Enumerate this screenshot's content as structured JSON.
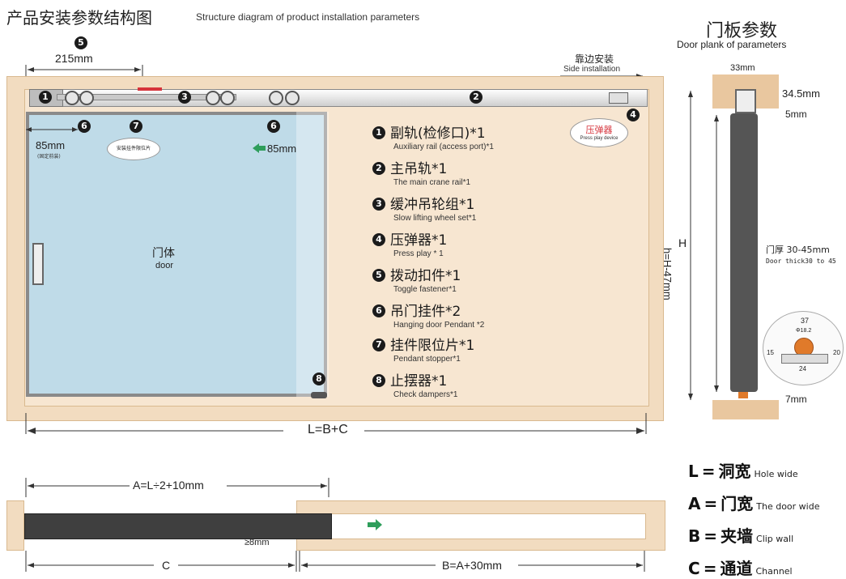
{
  "header": {
    "title_cn": "产品安装参数结构图",
    "title_en": "Structure diagram of product installation parameters"
  },
  "main_diagram": {
    "dim_215": "215mm",
    "side_install_cn": "靠边安装",
    "side_install_en": "Side installation",
    "dim_85_left": "85mm",
    "dim_85_left_note": "(固定前装)",
    "dim_85_right": "85mm",
    "pendant_stopper_label": "安装挂件限位片",
    "press_play_cn": "压弹器",
    "press_play_en": "Press play device",
    "door_cn": "门体",
    "door_en": "door",
    "length_formula": "L=B+C",
    "callout_numbers": [
      "1",
      "2",
      "3",
      "4",
      "5",
      "6",
      "7",
      "8"
    ]
  },
  "legend": [
    {
      "num": "1",
      "cn": "副轨(检修口)*1",
      "en": "Auxiliary rail (access port)*1"
    },
    {
      "num": "2",
      "cn": "主吊轨*1",
      "en": "The main crane rail*1"
    },
    {
      "num": "3",
      "cn": "缓冲吊轮组*1",
      "en": "Slow lifting wheel set*1"
    },
    {
      "num": "4",
      "cn": "压弹器*1",
      "en": "Press play * 1"
    },
    {
      "num": "5",
      "cn": "拨动扣件*1",
      "en": "Toggle fastener*1"
    },
    {
      "num": "6",
      "cn": "吊门挂件*2",
      "en": "Hanging door Pendant *2"
    },
    {
      "num": "7",
      "cn": "挂件限位片*1",
      "en": "Pendant stopper*1"
    },
    {
      "num": "8",
      "cn": "止摆器*1",
      "en": "Check dampers*1"
    }
  ],
  "door_plank": {
    "title_cn": "门板参数",
    "title_en": "Door plank of parameters",
    "dim_33": "33mm",
    "dim_34_5": "34.5mm",
    "dim_5": "5mm",
    "label_H": "H",
    "label_h": "h=H-47mm",
    "thickness_cn": "门厚 30-45mm",
    "thickness_en": "Door thick30 to 45",
    "dim_7": "7mm",
    "detail_37": "37",
    "detail_phi": "Φ18.2",
    "detail_15": "15",
    "detail_20": "20",
    "detail_24": "24"
  },
  "bottom_diagram": {
    "formula_A": "A=L÷2+10mm",
    "gap_label": "≥8mm",
    "label_C": "C",
    "formula_B": "B=A+30mm"
  },
  "definitions": [
    {
      "key": "L",
      "cn": "洞宽",
      "en": "Hole wide"
    },
    {
      "key": "A",
      "cn": "门宽",
      "en": "The door wide"
    },
    {
      "key": "B",
      "cn": "夹墙",
      "en": "Clip wall"
    },
    {
      "key": "C",
      "cn": "通道",
      "en": "Channel"
    }
  ],
  "colors": {
    "wood": "#f2dcc0",
    "glass": "#bfdbe8",
    "frame": "#8a8a8a",
    "door_panel": "#555555",
    "arrow_green": "#2e9e5b",
    "press_red": "#d6333b"
  }
}
